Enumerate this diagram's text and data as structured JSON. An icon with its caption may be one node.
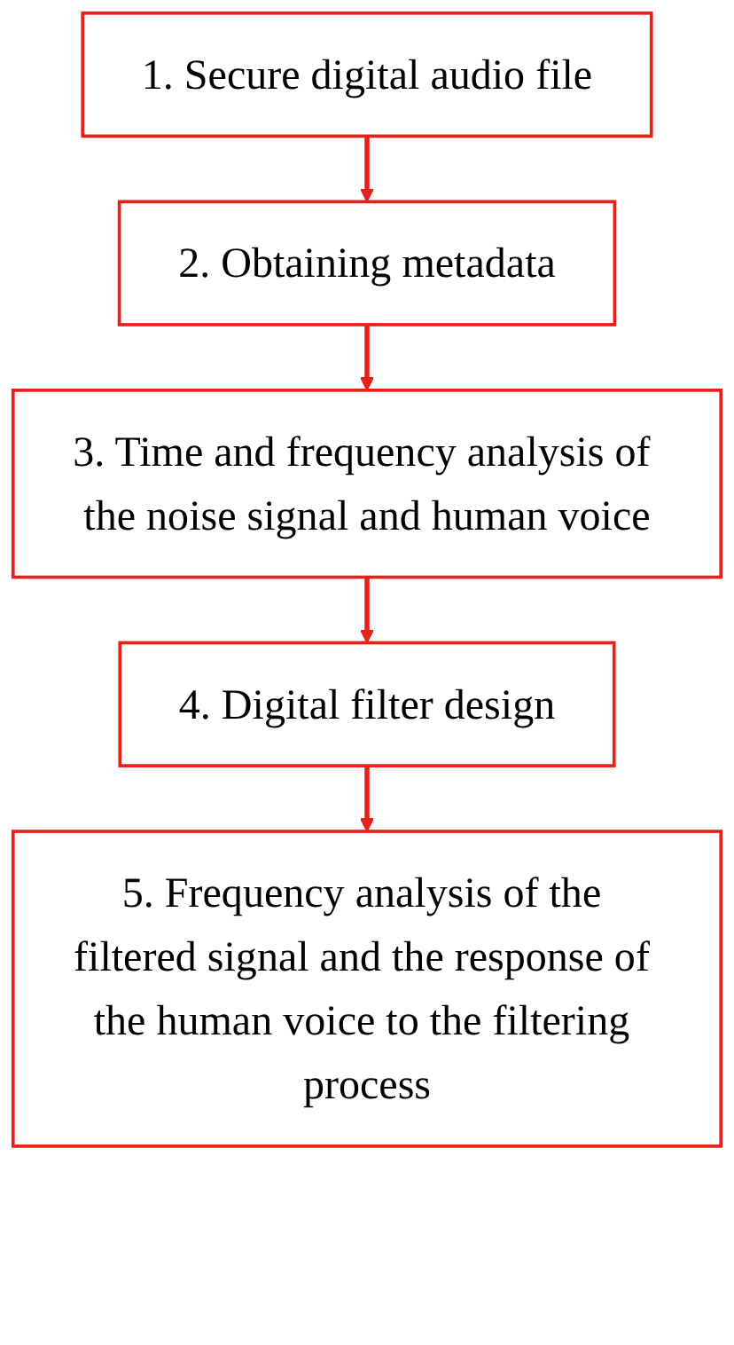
{
  "diagram": {
    "nodes": [
      {
        "text": [
          "1. Secure digital audio file"
        ]
      },
      {
        "text": [
          "2. Obtaining metadata"
        ]
      },
      {
        "text": [
          "3. Time and frequency analysis of the noise signal and human voice"
        ]
      },
      {
        "text": [
          "4. Digital filter design"
        ]
      },
      {
        "text": [
          "5. Frequency analysis of the filtered signal and the response of the human voice to the filtering process"
        ]
      }
    ],
    "edges": [
      {
        "from": 0,
        "to": 1,
        "arrow": "to"
      },
      {
        "from": 1,
        "to": 2,
        "arrow": "to"
      },
      {
        "from": 2,
        "to": 3,
        "arrow": "to"
      },
      {
        "from": 3,
        "to": 4,
        "arrow": "to"
      }
    ]
  }
}
